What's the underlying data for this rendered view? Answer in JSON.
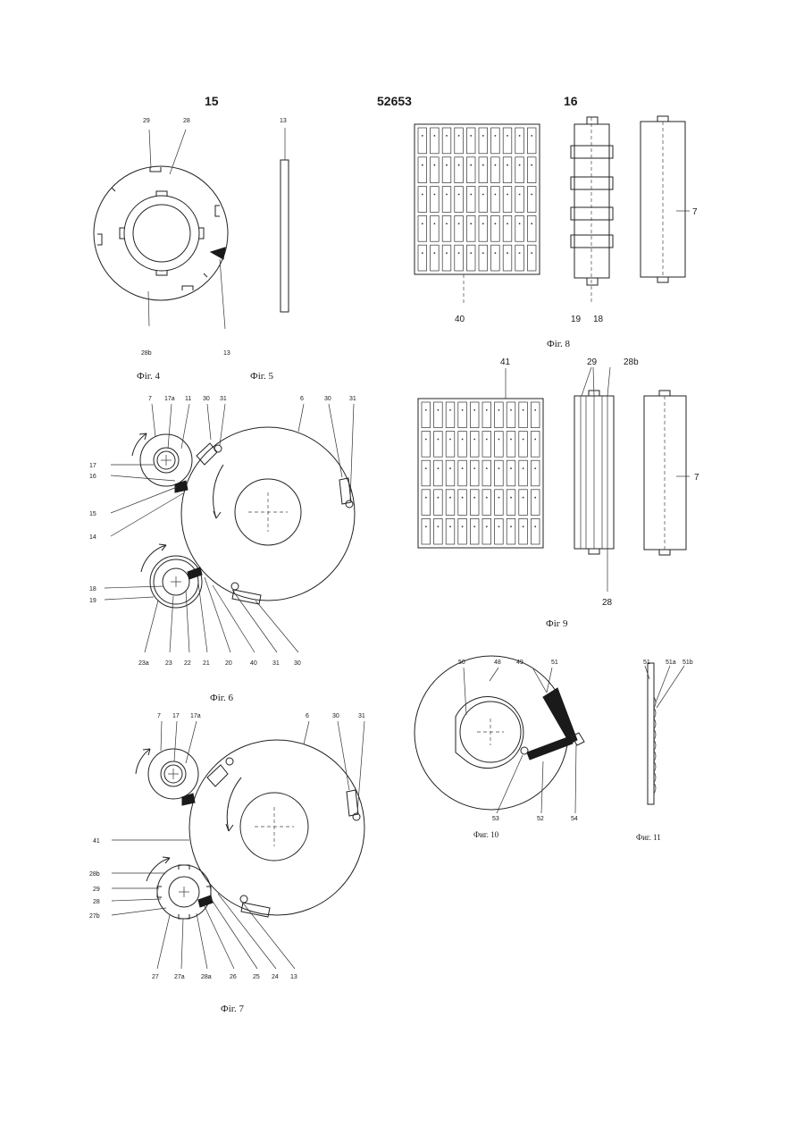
{
  "header": {
    "left_page": "15",
    "doc_number": "52653",
    "right_page": "16"
  },
  "fig4": {
    "caption": "Фіг. 4",
    "labels": [
      "29",
      "28",
      "28b",
      "13"
    ]
  },
  "fig5": {
    "caption": "Фіг. 5",
    "labels": [
      "13"
    ]
  },
  "fig6": {
    "caption": "Фіг. 6",
    "labels": [
      "7",
      "17a",
      "11",
      "30",
      "31",
      "6",
      "30",
      "31",
      "17",
      "16",
      "15",
      "14",
      "18",
      "19",
      "23a",
      "23",
      "22",
      "21",
      "20",
      "40",
      "31",
      "30"
    ]
  },
  "fig7": {
    "caption": "Фіг. 7",
    "labels": [
      "7",
      "17",
      "17a",
      "6",
      "30",
      "31",
      "41",
      "28b",
      "29",
      "28",
      "27b",
      "27",
      "27a",
      "28a",
      "26",
      "25",
      "24",
      "13"
    ]
  },
  "fig8": {
    "caption": "Фіг. 8",
    "labels": [
      "40",
      "19",
      "18",
      "7"
    ]
  },
  "fig9": {
    "caption": "Фіг 9",
    "labels": [
      "41",
      "29",
      "28b",
      "28",
      "7"
    ]
  },
  "fig10": {
    "caption": "Фиг. 10",
    "labels": [
      "50",
      "48",
      "49",
      "51",
      "53",
      "52",
      "54"
    ]
  },
  "fig11": {
    "caption": "Фиг. 11",
    "labels": [
      "51",
      "51a",
      "51b"
    ]
  }
}
